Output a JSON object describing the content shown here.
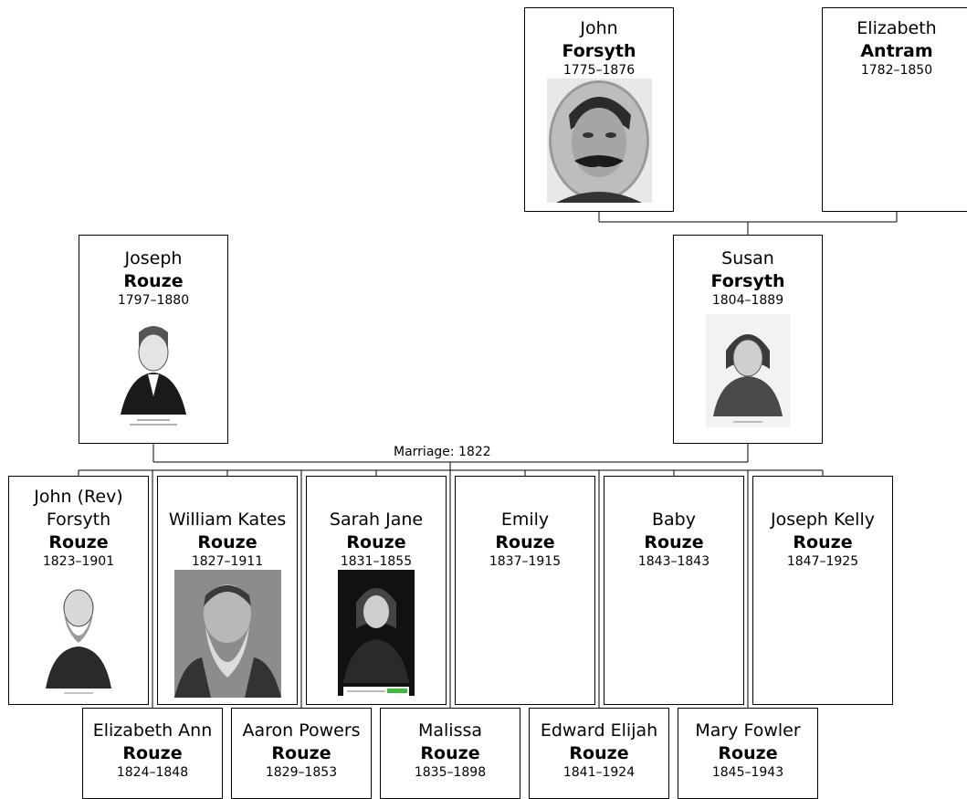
{
  "marriage_label": "Marriage: 1822",
  "people": [
    {
      "id": "john-forsyth",
      "given": "John",
      "surname": "Forsyth",
      "dates": "1775–1876",
      "photo": "mustached-man"
    },
    {
      "id": "elizabeth-antram",
      "given": "Elizabeth",
      "surname": "Antram",
      "dates": "1782–1850",
      "photo": null
    },
    {
      "id": "joseph-rouze",
      "given": "Joseph",
      "surname": "Rouze",
      "dates": "1797–1880",
      "photo": "engraved-man"
    },
    {
      "id": "susan-forsyth",
      "given": "Susan",
      "surname": "Forsyth",
      "dates": "1804–1889",
      "photo": "bonneted-woman"
    },
    {
      "id": "john-rev-forsyth-rouze",
      "given": "John (Rev)\nForsyth",
      "surname": "Rouze",
      "dates": "1823–1901",
      "photo": "bearded-man"
    },
    {
      "id": "william-kates-rouze",
      "given": "William Kates",
      "surname": "Rouze",
      "dates": "1827–1911",
      "photo": "bearded-man-dark"
    },
    {
      "id": "sarah-jane-rouze",
      "given": "Sarah Jane",
      "surname": "Rouze",
      "dates": "1831–1855",
      "photo": "bonneted-woman-dark"
    },
    {
      "id": "emily-rouze",
      "given": "Emily",
      "surname": "Rouze",
      "dates": "1837–1915",
      "photo": null
    },
    {
      "id": "baby-rouze",
      "given": "Baby",
      "surname": "Rouze",
      "dates": "1843–1843",
      "photo": null
    },
    {
      "id": "joseph-kelly-rouze",
      "given": "Joseph Kelly",
      "surname": "Rouze",
      "dates": "1847–1925",
      "photo": null
    },
    {
      "id": "elizabeth-ann-rouze",
      "given": "Elizabeth Ann",
      "surname": "Rouze",
      "dates": "1824–1848",
      "photo": null
    },
    {
      "id": "aaron-powers-rouze",
      "given": "Aaron Powers",
      "surname": "Rouze",
      "dates": "1829–1853",
      "photo": null
    },
    {
      "id": "malissa-rouze",
      "given": "Malissa",
      "surname": "Rouze",
      "dates": "1835–1898",
      "photo": null
    },
    {
      "id": "edward-elijah-rouze",
      "given": "Edward Elijah",
      "surname": "Rouze",
      "dates": "1841–1924",
      "photo": null
    },
    {
      "id": "mary-fowler-rouze",
      "given": "Mary Fowler",
      "surname": "Rouze",
      "dates": "1845–1943",
      "photo": null
    }
  ]
}
